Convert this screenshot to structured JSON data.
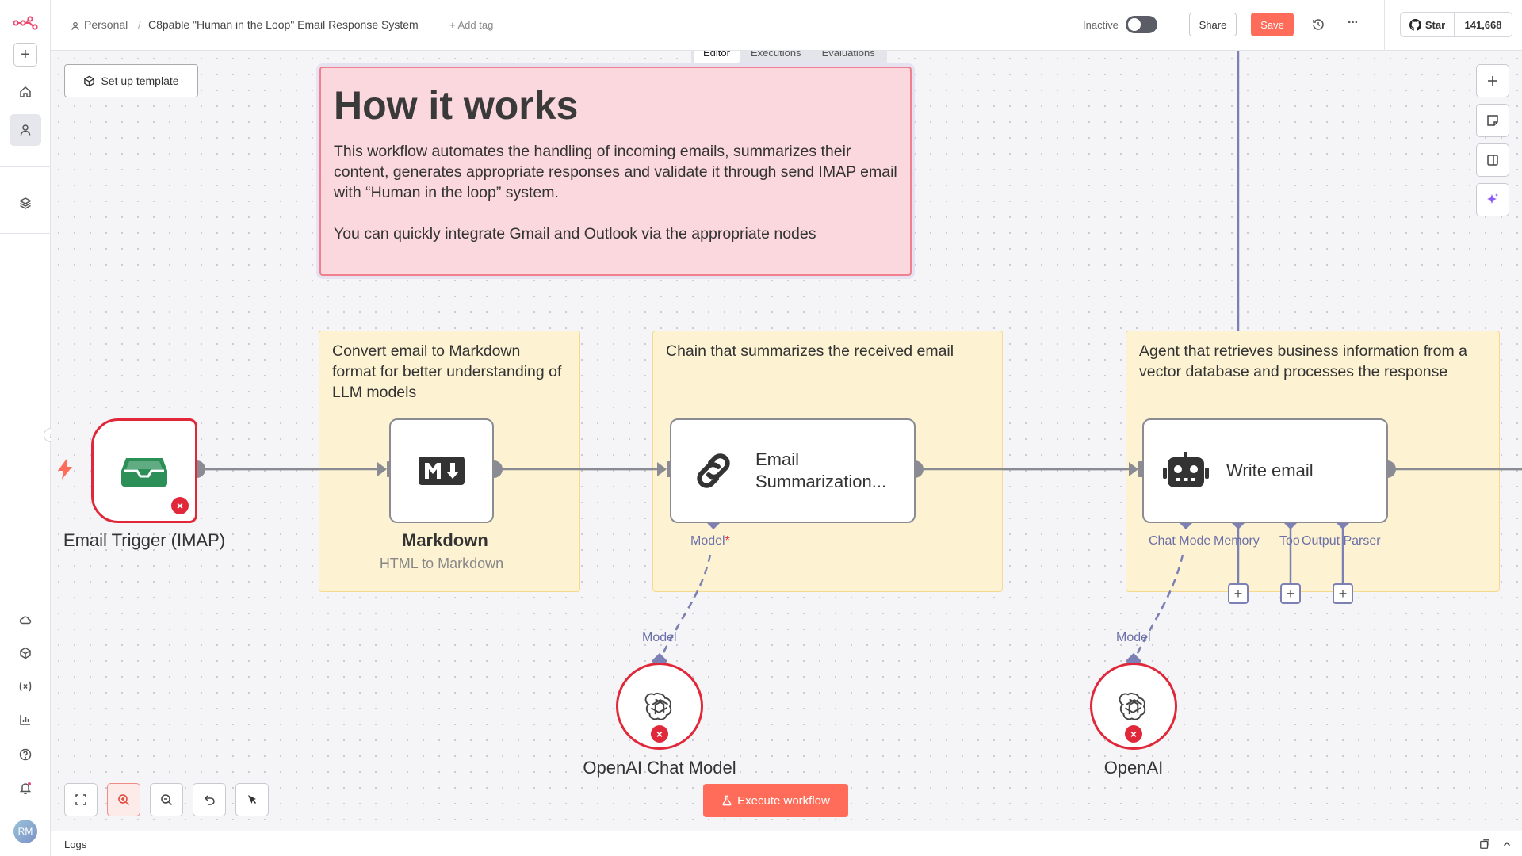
{
  "header": {
    "project": "Personal",
    "separator": "/",
    "workflow_title": "C8pable \"Human in the Loop\" Email Response System",
    "add_tag": "+ Add tag",
    "status": "Inactive",
    "share_label": "Share",
    "save_label": "Save",
    "more_label": "···",
    "github_star": "Star",
    "github_count": "141,668"
  },
  "tabs": [
    {
      "label": "Editor",
      "active": true
    },
    {
      "label": "Executions",
      "active": false
    },
    {
      "label": "Evaluations",
      "active": false
    }
  ],
  "canvas": {
    "setup_template": "Set up template",
    "how_it_works": {
      "title": "How it works",
      "paragraph1": "This workflow automates the handling of incoming emails, summarizes their content, generates appropriate responses and validate it through send IMAP email with “Human in the loop” system.",
      "paragraph2": "You can quickly integrate Gmail and Outlook via the appropriate nodes"
    },
    "sticky_markdown": "Convert email to Markdown format for better understanding of LLM models",
    "sticky_chain": "Chain that summarizes the received email",
    "sticky_agent": "Agent that retrieves business information from a vector database and processes the response",
    "nodes": {
      "email_trigger": {
        "label": "Email Trigger (IMAP)"
      },
      "markdown": {
        "label": "Markdown",
        "subtitle": "HTML to Markdown",
        "icon_text": "M↓"
      },
      "summarization": {
        "label_line1": "Email",
        "label_line2": "Summarization..."
      },
      "write_email": {
        "label": "Write email"
      },
      "openai_chat": {
        "label": "OpenAI Chat Model"
      },
      "openai": {
        "label": "OpenAI"
      }
    },
    "ports": {
      "model_required": "Model",
      "required_mark": "*",
      "chat_model": "Chat Mode",
      "memory": "Memory",
      "tool": "Too",
      "output_parser": "Output Parser",
      "model_in": "Model",
      "model_in2": "Model"
    },
    "execute_label": "Execute workflow"
  },
  "footer": {
    "logs_label": "Logs"
  },
  "user": {
    "initials": "RM"
  },
  "colors": {
    "accent": "#ff6d5a",
    "error": "#e0283a",
    "sticky_yellow": "#fdf3d3",
    "sticky_pink": "#fbd8dd",
    "port": "#7d80b4"
  }
}
